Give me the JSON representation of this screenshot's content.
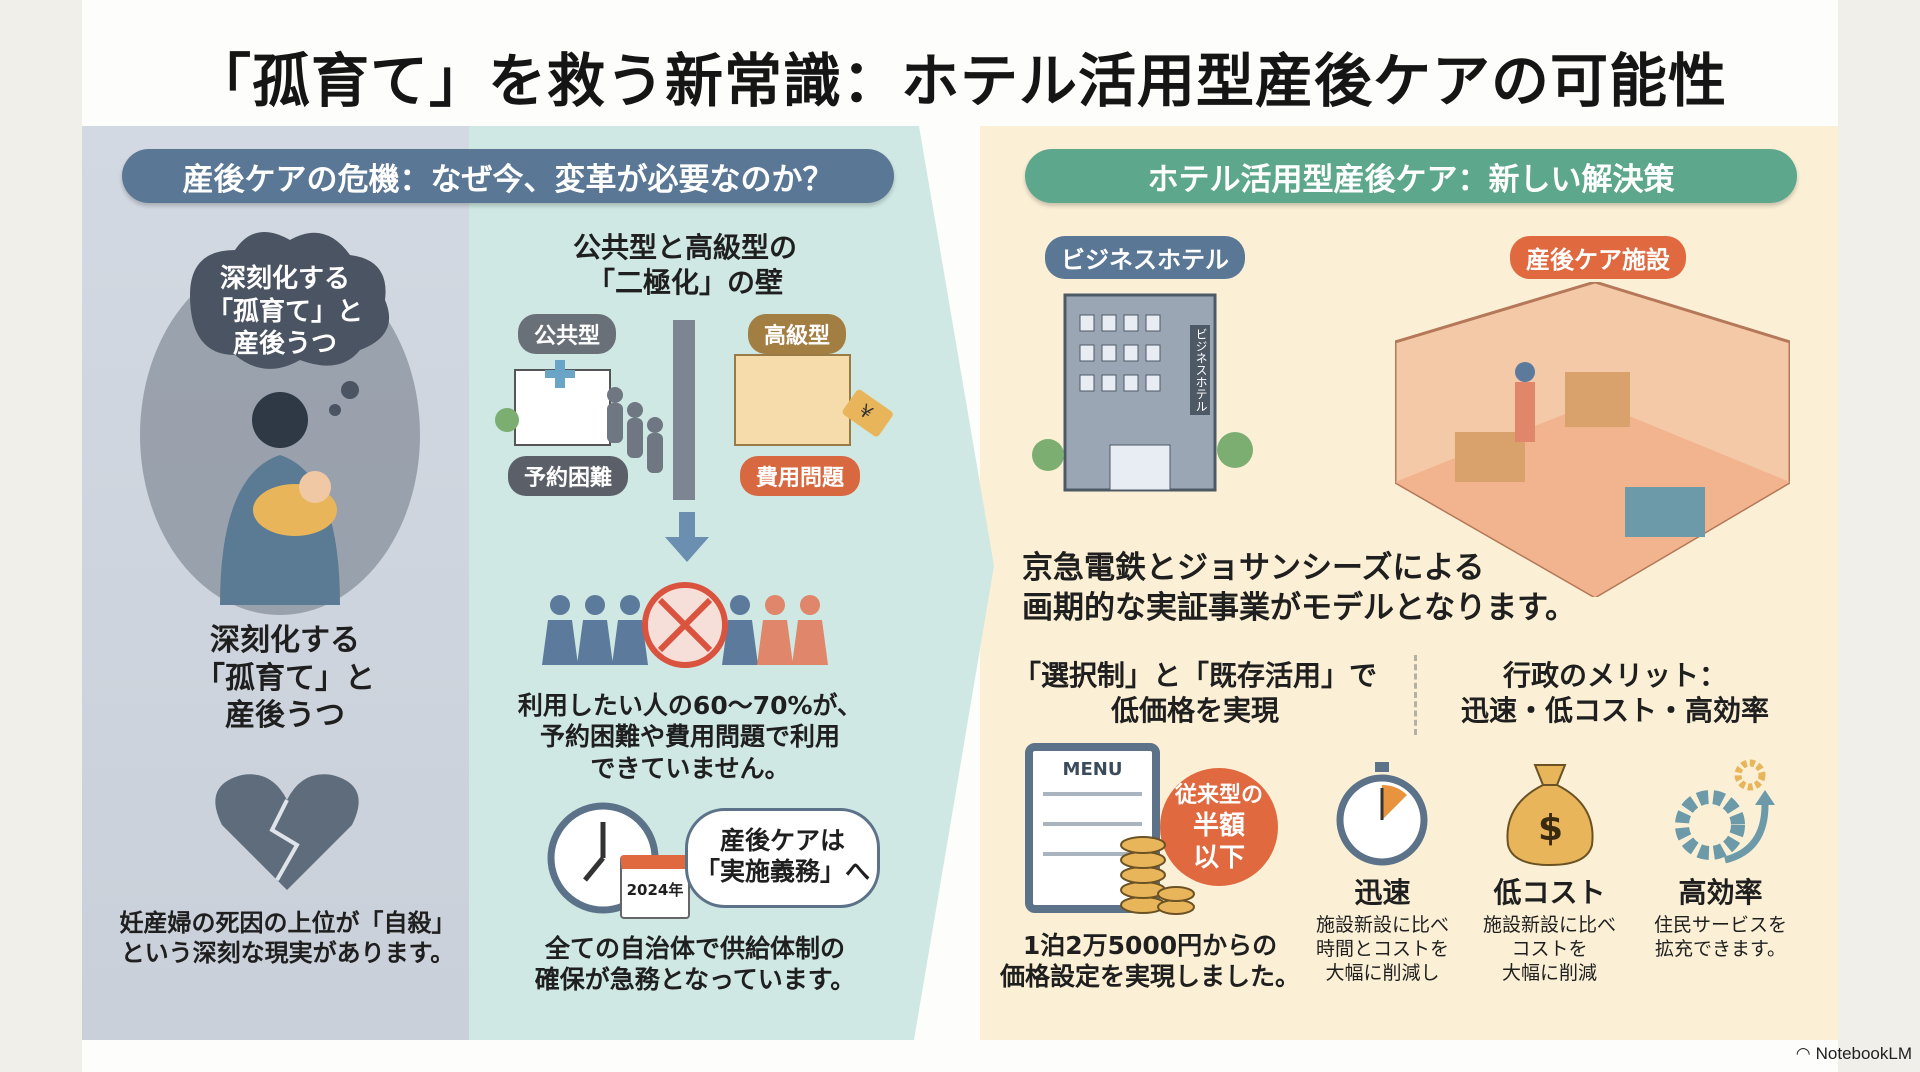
{
  "title": "「孤育て」を救う新常識：ホテル活用型産後ケアの可能性",
  "left_section": {
    "header": "産後ケアの危機：なぜ今、変革が必要なのか？",
    "cloud_text": [
      "深刻化する",
      "「孤育て」と",
      "産後うつ"
    ],
    "crisis_title": [
      "深刻化する",
      "「孤育て」と",
      "産後うつ"
    ],
    "crisis_text": [
      "妊産婦の死因の上位が「自殺」",
      "という深刻な現実があります。"
    ],
    "polarization_title": [
      "公共型と高級型の",
      "「二極化」の壁"
    ],
    "labels": {
      "public": "公共型",
      "premium": "高級型",
      "reservation": "予約困難",
      "cost": "費用問題"
    },
    "usage_text": [
      "利用したい人の60〜70%が、",
      "予約困難や費用問題で利用",
      "できていません。"
    ],
    "calendar_year": "2024年",
    "speech": [
      "産後ケアは",
      "「実施義務」へ"
    ],
    "duty_text": [
      "全ての自治体で供給体制の",
      "確保が急務となっています。"
    ]
  },
  "right_section": {
    "header": "ホテル活用型産後ケア：新しい解決策",
    "hotel_label": "ビジネスホテル",
    "hotel_sign": "ビジネスホテル",
    "facility_label": "産後ケア施設",
    "model_text": [
      "京急電鉄とジョサンシーズによる",
      "画期的な実証事業がモデルとなります。"
    ],
    "price_title": [
      "「選択制」と「既存活用」で",
      "低価格を実現"
    ],
    "menu_label": "MENU",
    "badge": [
      "従来型の",
      "半額",
      "以下"
    ],
    "price_text": [
      "1泊2万5000円からの",
      "価格設定を実現しました。"
    ],
    "merit_title": [
      "行政のメリット：",
      "迅速・低コスト・高効率"
    ],
    "merits": [
      {
        "title": "迅速",
        "desc": [
          "施設新設に比べ",
          "時間とコストを",
          "大幅に削減し"
        ]
      },
      {
        "title": "低コスト",
        "desc": [
          "施設新設に比べ",
          "コストを",
          "大幅に削減"
        ]
      },
      {
        "title": "高効率",
        "desc": [
          "住民サービスを",
          "拡充できます。"
        ]
      }
    ]
  },
  "footer": {
    "brand": "NotebookLM"
  },
  "colors": {
    "left_pill": "#5a7795",
    "right_pill": "#5da78d",
    "orange": "#e0693f",
    "gold": "#e8b55a"
  }
}
